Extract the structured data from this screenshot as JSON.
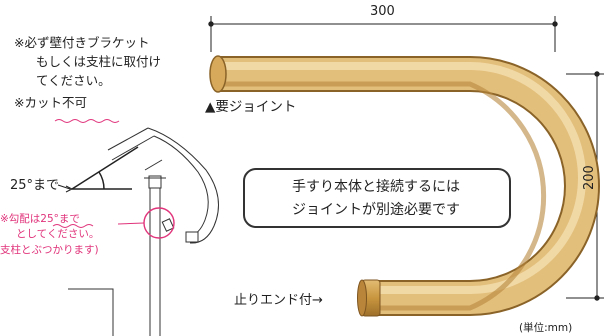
{
  "notes": {
    "line1": "※必ず壁付きブラケット",
    "line2": "もしくは支柱に取付け",
    "line3": "てください。",
    "line4": "※カット不可"
  },
  "labels": {
    "joint_required": "▲要ジョイント",
    "end_cap": "止りエンド付→",
    "dim_width": "300",
    "dim_height": "200",
    "unit": "(単位:mm)"
  },
  "angle": {
    "label": "25°まで",
    "note1": "※勾配は25°まで",
    "note2": "としてください。",
    "note3": "支柱とぶつかります)"
  },
  "callout": {
    "line1": "手すり本体と接続するには",
    "line2": "ジョイントが別途必要です"
  },
  "colors": {
    "wood_light": "#f2d9a3",
    "wood_mid": "#ddb36a",
    "wood_dark": "#b88a3e",
    "end_cap": "#c9963f",
    "accent_pink": "#e0337a"
  }
}
